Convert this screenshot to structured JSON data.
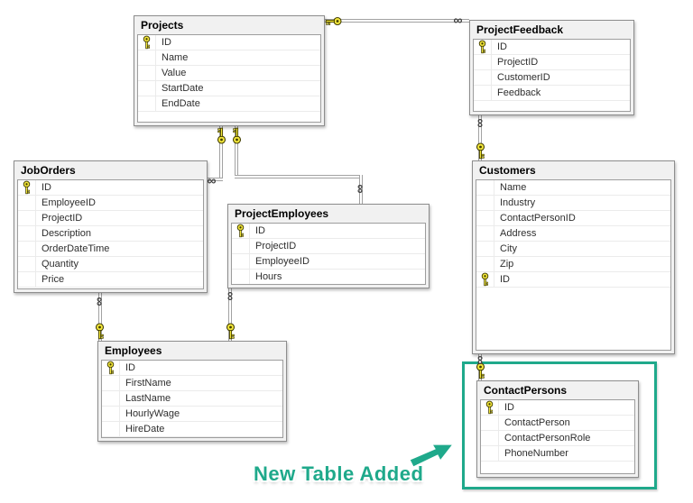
{
  "diagram_type": "database-er-diagram",
  "accent_color": "#1fa98b",
  "key_color": "#f3e73b",
  "line_color": "#a2a2a2",
  "many_symbol": "∞",
  "annotation": {
    "label": "New Table Added"
  },
  "tables": [
    {
      "name": "Projects",
      "fields": [
        {
          "label": "ID",
          "pk": true
        },
        {
          "label": "Name",
          "pk": false
        },
        {
          "label": "Value",
          "pk": false
        },
        {
          "label": "StartDate",
          "pk": false
        },
        {
          "label": "EndDate",
          "pk": false
        }
      ]
    },
    {
      "name": "ProjectFeedback",
      "fields": [
        {
          "label": "ID",
          "pk": true
        },
        {
          "label": "ProjectID",
          "pk": false
        },
        {
          "label": "CustomerID",
          "pk": false
        },
        {
          "label": "Feedback",
          "pk": false
        }
      ]
    },
    {
      "name": "JobOrders",
      "fields": [
        {
          "label": "ID",
          "pk": true
        },
        {
          "label": "EmployeeID",
          "pk": false
        },
        {
          "label": "ProjectID",
          "pk": false
        },
        {
          "label": "Description",
          "pk": false
        },
        {
          "label": "OrderDateTime",
          "pk": false
        },
        {
          "label": "Quantity",
          "pk": false
        },
        {
          "label": "Price",
          "pk": false
        }
      ]
    },
    {
      "name": "ProjectEmployees",
      "fields": [
        {
          "label": "ID",
          "pk": true
        },
        {
          "label": "ProjectID",
          "pk": false
        },
        {
          "label": "EmployeeID",
          "pk": false
        },
        {
          "label": "Hours",
          "pk": false
        }
      ]
    },
    {
      "name": "Customers",
      "fields": [
        {
          "label": "Name",
          "pk": false
        },
        {
          "label": "Industry",
          "pk": false
        },
        {
          "label": "ContactPersonID",
          "pk": false
        },
        {
          "label": "Address",
          "pk": false
        },
        {
          "label": "City",
          "pk": false
        },
        {
          "label": "Zip",
          "pk": false
        },
        {
          "label": "ID",
          "pk": true
        }
      ]
    },
    {
      "name": "Employees",
      "fields": [
        {
          "label": "ID",
          "pk": true
        },
        {
          "label": "FirstName",
          "pk": false
        },
        {
          "label": "LastName",
          "pk": false
        },
        {
          "label": "HourlyWage",
          "pk": false
        },
        {
          "label": "HireDate",
          "pk": false
        }
      ]
    },
    {
      "name": "ContactPersons",
      "fields": [
        {
          "label": "ID",
          "pk": true
        },
        {
          "label": "ContactPerson",
          "pk": false
        },
        {
          "label": "ContactPersonRole",
          "pk": false
        },
        {
          "label": "PhoneNumber",
          "pk": false
        }
      ]
    }
  ],
  "relations": [
    {
      "one": "Projects",
      "many": "ProjectFeedback"
    },
    {
      "one": "Customers",
      "many": "ProjectFeedback"
    },
    {
      "one": "Projects",
      "many": "JobOrders"
    },
    {
      "one": "Projects",
      "many": "ProjectEmployees"
    },
    {
      "one": "Employees",
      "many": "JobOrders"
    },
    {
      "one": "Employees",
      "many": "ProjectEmployees"
    },
    {
      "one": "ContactPersons",
      "many": "Customers"
    }
  ]
}
